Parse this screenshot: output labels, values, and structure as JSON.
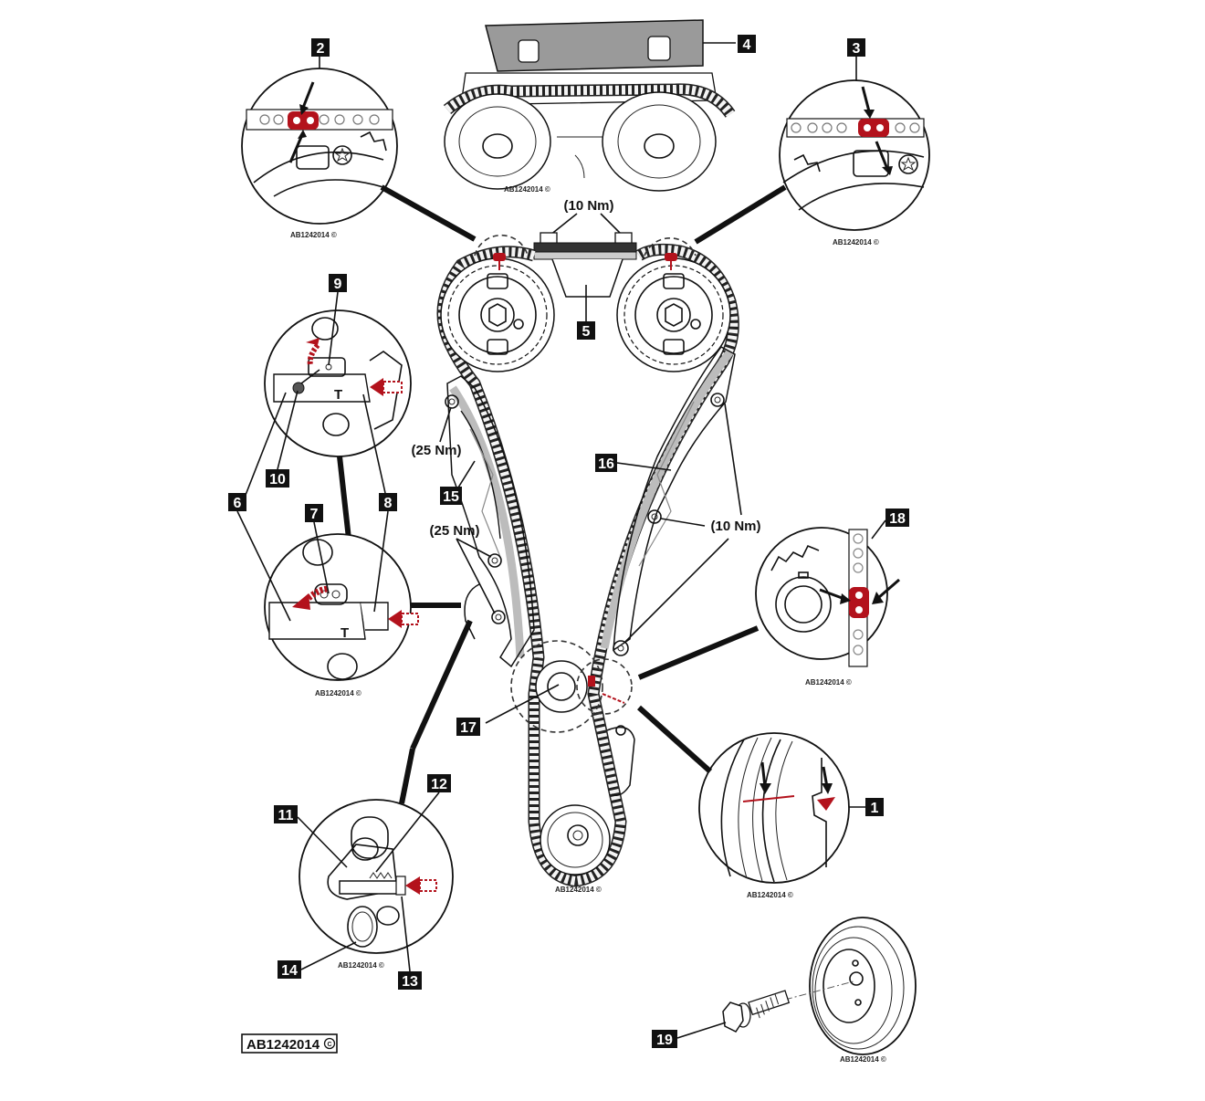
{
  "diagram": {
    "title_ref": "AB1242014",
    "copyright_symbol": "©",
    "subject": "Timing chain assembly",
    "callouts": [
      {
        "id": "1",
        "label": "1",
        "meaning": "crankshaft timing mark detail"
      },
      {
        "id": "2",
        "label": "2",
        "meaning": "intake camshaft chain link mark detail"
      },
      {
        "id": "3",
        "label": "3",
        "meaning": "exhaust camshaft chain link mark detail"
      },
      {
        "id": "4",
        "label": "4",
        "meaning": "camshaft alignment tool"
      },
      {
        "id": "5",
        "label": "5",
        "meaning": "upper chain guide"
      },
      {
        "id": "6",
        "label": "6",
        "meaning": "tensioner body"
      },
      {
        "id": "7",
        "label": "7",
        "meaning": "tensioner ratchet"
      },
      {
        "id": "8",
        "label": "8",
        "meaning": "tensioner plunger"
      },
      {
        "id": "9",
        "label": "9",
        "meaning": "tensioner lock"
      },
      {
        "id": "10",
        "label": "10",
        "meaning": "locking pin"
      },
      {
        "id": "11",
        "label": "11",
        "meaning": "oil pump tensioner"
      },
      {
        "id": "12",
        "label": "12",
        "meaning": "spring"
      },
      {
        "id": "13",
        "label": "13",
        "meaning": "retaining pin"
      },
      {
        "id": "14",
        "label": "14",
        "meaning": "O-ring"
      },
      {
        "id": "15",
        "label": "15",
        "meaning": "tensioner guide rail"
      },
      {
        "id": "16",
        "label": "16",
        "meaning": "fixed guide rail"
      },
      {
        "id": "17",
        "label": "17",
        "meaning": "crankshaft sprocket"
      },
      {
        "id": "18",
        "label": "18",
        "meaning": "crankshaft chain link mark detail"
      },
      {
        "id": "19",
        "label": "19",
        "meaning": "crankshaft pulley bolt"
      }
    ],
    "torques": {
      "upper_guide": "(10 Nm)",
      "tensioner_rail_upper": "(25 Nm)",
      "tensioner_rail_lower": "(25 Nm)",
      "fixed_rail": "(10 Nm)"
    },
    "detail_refs": {
      "detail_2": "AB1242014 ©",
      "detail_3": "AB1242014 ©",
      "detail_4": "AB1242014 ©",
      "detail_6_7_8": "AB1242014 ©",
      "detail_18": "AB1242014 ©",
      "detail_1": "AB1242014 ©",
      "detail_11_14": "AB1242014 ©",
      "main_lower": "AB1242014 ©",
      "detail_19": "AB1242014 ©"
    },
    "footer_ref": "AB1242014",
    "tensioner_letter": "T",
    "colors": {
      "marker_red": "#b3121c",
      "guide_grey": "#bcbcbc",
      "tool_grey": "#9a9a9a",
      "ink": "#111111"
    }
  }
}
